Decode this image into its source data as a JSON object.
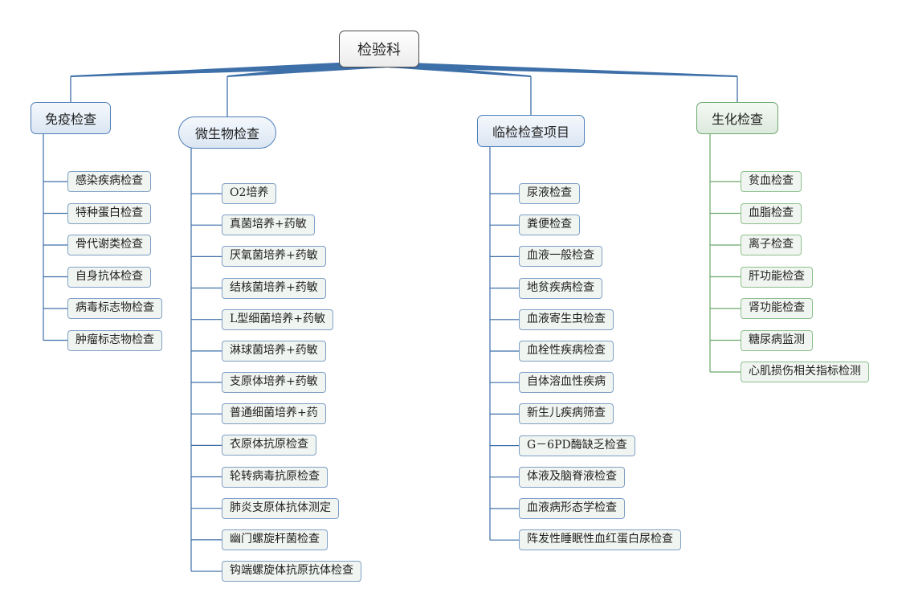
{
  "root": "检验科",
  "branches": [
    {
      "key": "immuno",
      "title": "免疫检查",
      "color": "blue",
      "items": [
        "感染疾病检查",
        "特种蛋白检查",
        "骨代谢类检查",
        "自身抗体检查",
        "病毒标志物检查",
        "肿瘤标志物检查"
      ]
    },
    {
      "key": "micro",
      "title": "微生物检查",
      "color": "blue",
      "items": [
        "O2培养",
        "真菌培养+药敏",
        "厌氧菌培养+药敏",
        "结核菌培养+药敏",
        "L型细菌培养+药敏",
        "淋球菌培养+药敏",
        "支原体培养+药敏",
        "普通细菌培养+药",
        "衣原体抗原检查",
        "轮转病毒抗原检查",
        "肺炎支原体抗体测定",
        "幽门螺旋杆菌检查",
        "钩端螺旋体抗原抗体检查"
      ]
    },
    {
      "key": "clinical",
      "title": "临检检查项目",
      "color": "blue",
      "items": [
        "尿液检查",
        "粪便检查",
        "血液一般检查",
        "地贫疾病检查",
        "血液寄生虫检查",
        "血栓性疾病检查",
        "自体溶血性疾病",
        "新生儿疾病筛查",
        "G－6PD酶缺乏检查",
        "体液及脑脊液检查",
        "血液病形态学检查",
        "阵发性睡眠性血红蛋白尿检查"
      ]
    },
    {
      "key": "biochem",
      "title": "生化检查",
      "color": "green",
      "items": [
        "贫血检查",
        "血脂检查",
        "离子检查",
        "肝功能检查",
        "肾功能检查",
        "糖尿病监测",
        "心肌损伤相关指标检测"
      ]
    }
  ],
  "colors": {
    "blue": "#3d6fa8",
    "green": "#6aa86a"
  }
}
